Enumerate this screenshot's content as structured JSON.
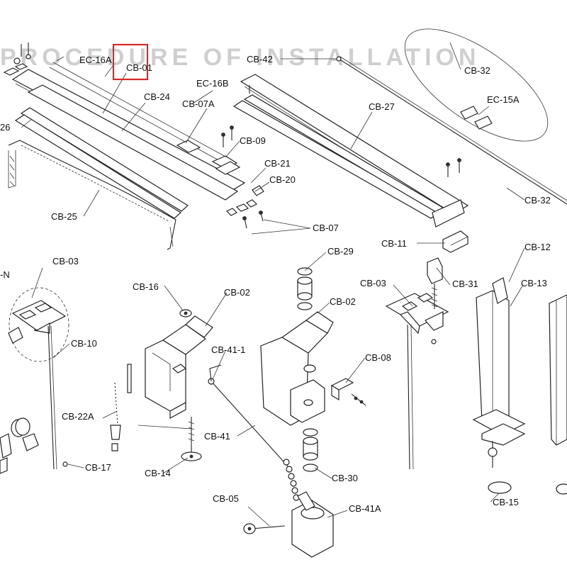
{
  "diagram": {
    "header_text": "PROCEDURE OF INSTALLATION",
    "sub_header_text": "",
    "highlight_color": "#d42a2a",
    "highlighted_part": "CB-01",
    "labels": [
      {
        "id": "EC-16A",
        "text": "EC-16A"
      },
      {
        "id": "CB-01",
        "text": "CB-01"
      },
      {
        "id": "EC-16B",
        "text": "EC-16B"
      },
      {
        "id": "CB-24",
        "text": "CB-24"
      },
      {
        "id": "CB-07A",
        "text": "CB-07A"
      },
      {
        "id": "CB-26",
        "text": "26"
      },
      {
        "id": "CB-42",
        "text": "CB-42"
      },
      {
        "id": "CB-32a",
        "text": "CB-32"
      },
      {
        "id": "EC-15A",
        "text": "EC-15A"
      },
      {
        "id": "CB-27",
        "text": "CB-27"
      },
      {
        "id": "CB-09",
        "text": "CB-09"
      },
      {
        "id": "CB-21",
        "text": "CB-21"
      },
      {
        "id": "CB-20",
        "text": "CB-20"
      },
      {
        "id": "CB-25",
        "text": "CB-25"
      },
      {
        "id": "CB-07",
        "text": "CB-07"
      },
      {
        "id": "CB-32b",
        "text": "CB-32"
      },
      {
        "id": "CB-11",
        "text": "CB-11"
      },
      {
        "id": "CB-12",
        "text": "CB-12"
      },
      {
        "id": "CB-03a",
        "text": "CB-03"
      },
      {
        "id": "CB-29",
        "text": "CB-29"
      },
      {
        "id": "CB-16",
        "text": "CB-16"
      },
      {
        "id": "CB-02a",
        "text": "CB-02"
      },
      {
        "id": "CB-02b",
        "text": "CB-02"
      },
      {
        "id": "CB-03b",
        "text": "CB-03"
      },
      {
        "id": "CB-31",
        "text": "CB-31"
      },
      {
        "id": "CB-13",
        "text": "CB-13"
      },
      {
        "id": "CB-10",
        "text": "CB-10"
      },
      {
        "id": "CB-41-1",
        "text": "CB-41-1"
      },
      {
        "id": "CB-08",
        "text": "CB-08"
      },
      {
        "id": "CB-22A",
        "text": "CB-22A"
      },
      {
        "id": "CB-41",
        "text": "CB-41"
      },
      {
        "id": "CB-17",
        "text": "CB-17"
      },
      {
        "id": "CB-14",
        "text": "CB-14"
      },
      {
        "id": "CB-30",
        "text": "CB-30"
      },
      {
        "id": "CB-15",
        "text": "CB-15"
      },
      {
        "id": "CB-05",
        "text": "CB-05"
      },
      {
        "id": "CB-41A",
        "text": "CB-41A"
      },
      {
        "id": "N-mark",
        "text": "-N"
      }
    ]
  }
}
